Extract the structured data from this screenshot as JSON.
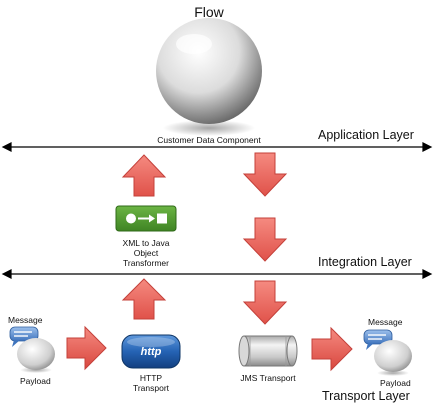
{
  "diagram": {
    "title": "Flow",
    "component_label": "Customer Data Component",
    "layers": {
      "application": "Application Layer",
      "integration": "Integration Layer",
      "transport": "Transport Layer"
    },
    "transformer": {
      "line1": "XML to Java",
      "line2": "Object",
      "line3": "Transformer"
    },
    "http_transport": {
      "badge": "http",
      "line1": "HTTP",
      "line2": "Transport"
    },
    "jms_transport": "JMS Transport",
    "left_endpoint": {
      "message": "Message",
      "payload": "Payload"
    },
    "right_endpoint": {
      "message": "Message",
      "payload": "Payload"
    },
    "colors": {
      "arrow_fill": "#e8625c",
      "arrow_stroke": "#c4403a",
      "transformer_green": "#4f9a2e",
      "http_blue": "#1f5fae",
      "bubble_blue": "#5c8cc8"
    },
    "icons": [
      "sphere-icon",
      "transformer-icon",
      "http-icon",
      "pipe-icon",
      "message-bubble-icon",
      "payload-egg-icon"
    ]
  }
}
